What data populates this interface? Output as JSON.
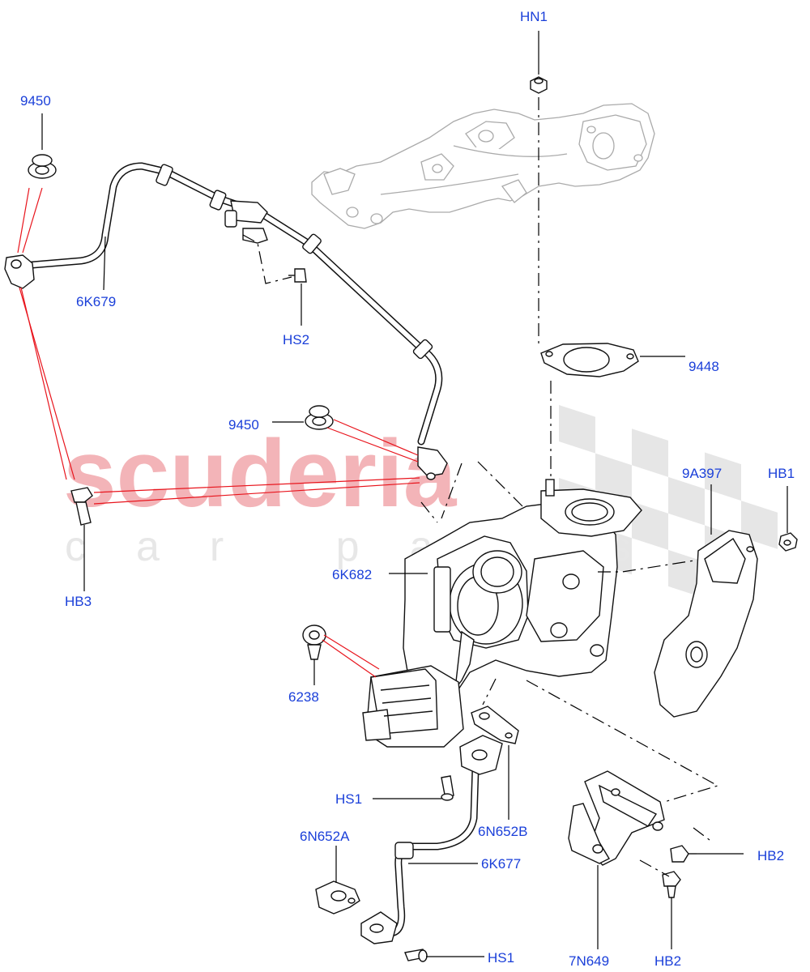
{
  "watermark": {
    "brand": "scuderia",
    "tagline": "car parts",
    "brand_color": "#f3b4b8",
    "flag_color": "#e6e6e6"
  },
  "label_color": "#1a3fd9",
  "callouts": [
    {
      "id": "hn1",
      "text": "HN1"
    },
    {
      "id": "9450-top",
      "text": "9450"
    },
    {
      "id": "6k679",
      "text": "6K679"
    },
    {
      "id": "hs2",
      "text": "HS2"
    },
    {
      "id": "9448",
      "text": "9448"
    },
    {
      "id": "9450-mid",
      "text": "9450"
    },
    {
      "id": "9a397",
      "text": "9A397"
    },
    {
      "id": "hb1",
      "text": "HB1"
    },
    {
      "id": "hb3",
      "text": "HB3"
    },
    {
      "id": "6k682",
      "text": "6K682"
    },
    {
      "id": "6238",
      "text": "6238"
    },
    {
      "id": "hs1-mid",
      "text": "HS1"
    },
    {
      "id": "6n652b",
      "text": "6N652B"
    },
    {
      "id": "6n652a",
      "text": "6N652A"
    },
    {
      "id": "6k677",
      "text": "6K677"
    },
    {
      "id": "hb2-upper",
      "text": "HB2"
    },
    {
      "id": "hs1-bottom",
      "text": "HS1"
    },
    {
      "id": "7n649",
      "text": "7N649"
    },
    {
      "id": "hb2-lower",
      "text": "HB2"
    }
  ]
}
